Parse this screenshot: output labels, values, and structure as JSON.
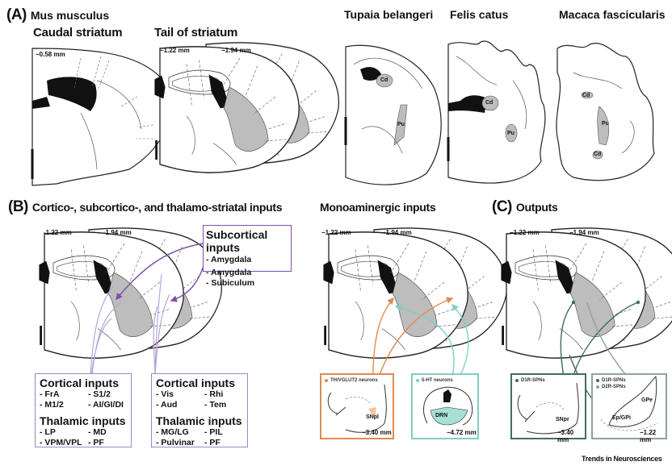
{
  "colors": {
    "striatum_gray": "#bdbdbd",
    "ventricle_black": "#111111",
    "subcortical_purple": "#7b4fa8",
    "cortical_thalamic_purple": "#b7a3dd",
    "box_purple": "#9c86c3",
    "monoamine_orange": "#e08a4f",
    "monoamine_teal": "#7ecfc6",
    "output_d1_green": "#3e6e5e",
    "output_d2_gray": "#8fa39a"
  },
  "panel_a": {
    "letter": "(A)",
    "species_main": "Mus musculus",
    "sections": [
      {
        "title": "Caudal striatum",
        "coords": [
          "−0.58 mm"
        ]
      },
      {
        "title": "Tail of striatum",
        "coords": [
          "−1.22 mm",
          "−1.94 mm"
        ]
      }
    ],
    "other_species": [
      {
        "name": "Tupaia belangeri",
        "regions": [
          "Cd",
          "Pu"
        ]
      },
      {
        "name": "Felis catus",
        "regions": [
          "Cd",
          "Pu"
        ]
      },
      {
        "name": "Macaca fascicularis",
        "regions": [
          "Cd",
          "Pu",
          "Cd"
        ]
      }
    ]
  },
  "panel_b": {
    "letter": "(B)",
    "title": "Cortico-, subcortico-, and thalamo-striatal inputs",
    "coords": [
      "-1.22 mm",
      "-1.94 mm"
    ],
    "subcortical_box": {
      "heading": "Subcortical inputs",
      "items": [
        "- Amygdala",
        "- Amygdala",
        "- Subiculum"
      ]
    },
    "left_box": {
      "cortical_heading": "Cortical inputs",
      "cortical_items": [
        "- FrA",
        "- S1/2",
        "- M1/2",
        "- AI/GI/DI"
      ],
      "thalamic_heading": "Thalamic inputs",
      "thalamic_items": [
        "- LP",
        "- MD",
        "- VPM/VPL",
        "- PF"
      ]
    },
    "right_box": {
      "cortical_heading": "Cortical inputs",
      "cortical_items": [
        "- Vis",
        "- Rhi",
        "- Aud",
        "- Tem"
      ],
      "thalamic_heading": "Thalamic inputs",
      "thalamic_items": [
        "- MG/LG",
        "- PIL",
        "- Pulvinar",
        "- PF"
      ]
    },
    "monoaminergic": {
      "title": "Monoaminergic inputs",
      "coords": [
        "−1.22 mm",
        "−1.94 mm"
      ],
      "inset_left": {
        "legend": "TH/VGLUT2 neurons",
        "region": "SNpl",
        "coord": "−3.40 mm"
      },
      "inset_right": {
        "legend": "5-HT neurons",
        "region": "DRN",
        "coord": "−4.72 mm"
      }
    }
  },
  "panel_c": {
    "letter": "(C)",
    "title": "Outputs",
    "coords": [
      "−1.22 mm",
      "−1.94 mm"
    ],
    "inset_left": {
      "legend": [
        "D1R-SPNs"
      ],
      "region": "SNpr",
      "coord": "−3.40 mm"
    },
    "inset_right": {
      "legend": [
        "D1R-SPNs",
        "D2R-SPNs"
      ],
      "regions": [
        "GPe",
        "Ep/GPi"
      ],
      "coord": "−1.22 mm"
    }
  },
  "footer": {
    "credit": "Trends in Neurosciences"
  }
}
